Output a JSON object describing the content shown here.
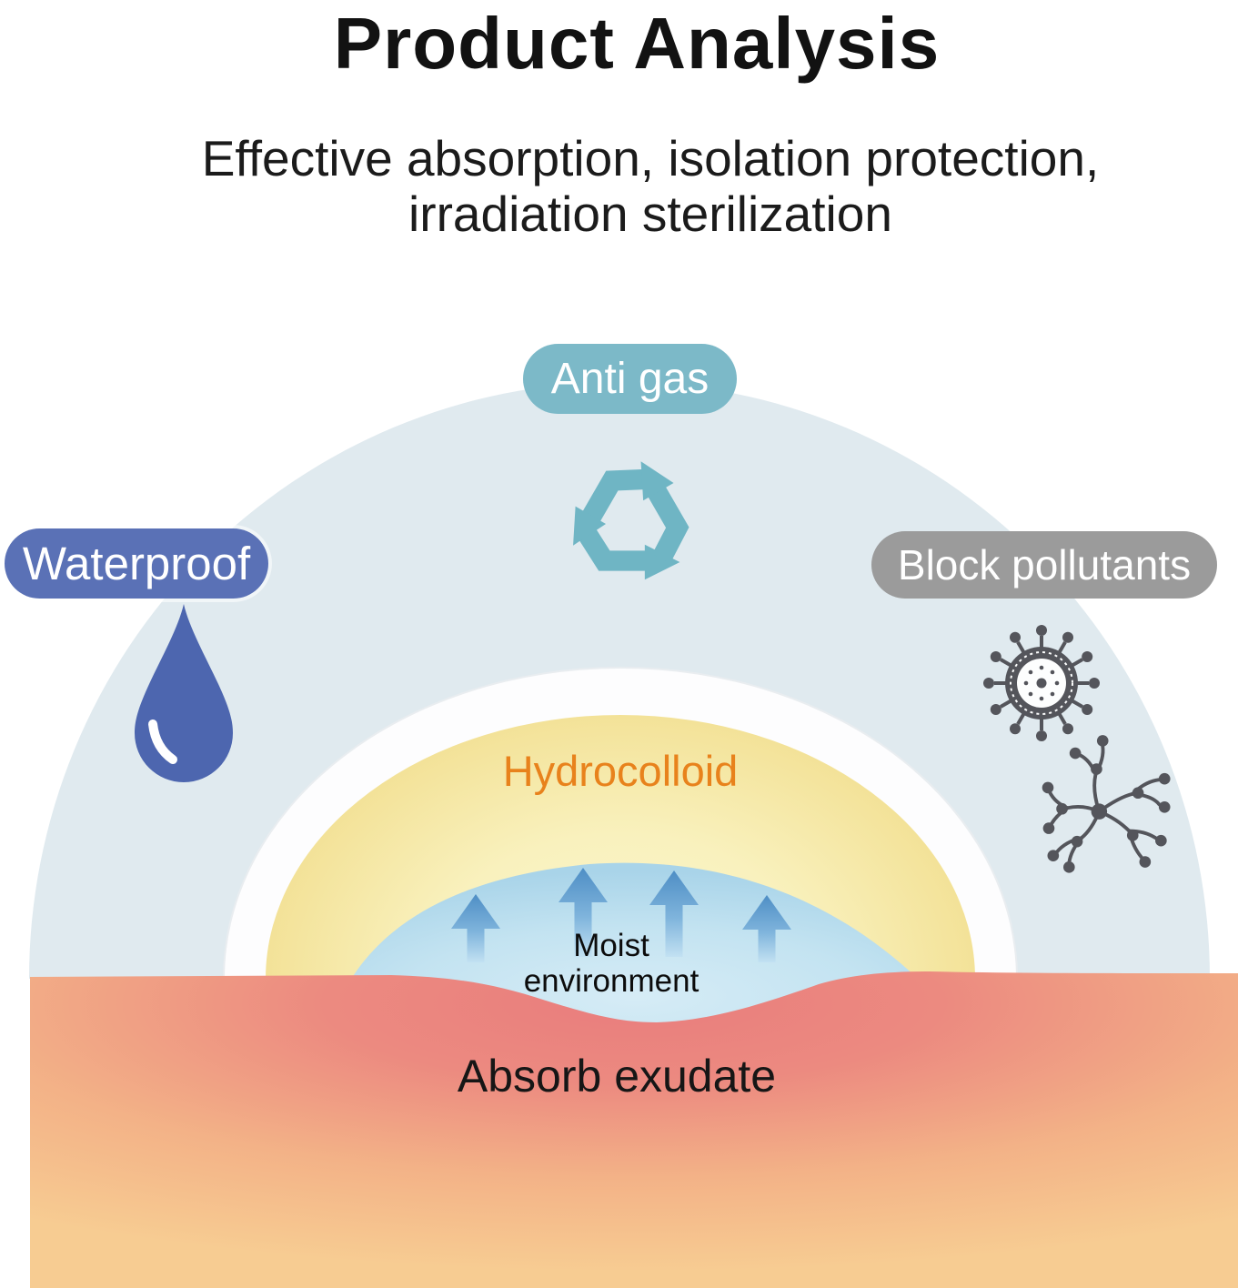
{
  "header": {
    "title": "Product Analysis",
    "subtitle_line1": "Effective absorption, isolation protection,",
    "subtitle_line2": "irradiation sterilization"
  },
  "callouts": {
    "anti_gas": "Anti gas",
    "waterproof": "Waterproof",
    "block_pollutants": "Block pollutants"
  },
  "layers": {
    "hydrocolloid_label": "Hydrocolloid",
    "moist_line1": "Moist",
    "moist_line2": "environment",
    "absorb_label": "Absorb exudate"
  },
  "icons": [
    "recycle-icon",
    "water-drop-icon",
    "virus-icon",
    "pollutant-molecule-icon",
    "up-arrow-icon"
  ],
  "colors": {
    "anti_gas_pill": "#7cb9c8",
    "recycle_icon": "#6fb5c4",
    "waterproof_pill": "#5a71b6",
    "water_drop": "#4d66af",
    "block_pollutants_pill": "#9b9b9b",
    "pollutant_icons": "#54555b",
    "outer_dome": "#e0eaef",
    "ring": "#fdfdfe",
    "hydrocolloid_fill": "#f8f0ba",
    "hydrocolloid_text": "#e8821c",
    "moist_lens": "#bfe0f0",
    "arrow_blue": "#4e8ec5",
    "skin_center": "#e97d7d",
    "skin_edge": "#f7cc92",
    "headline_text": "#121212"
  }
}
